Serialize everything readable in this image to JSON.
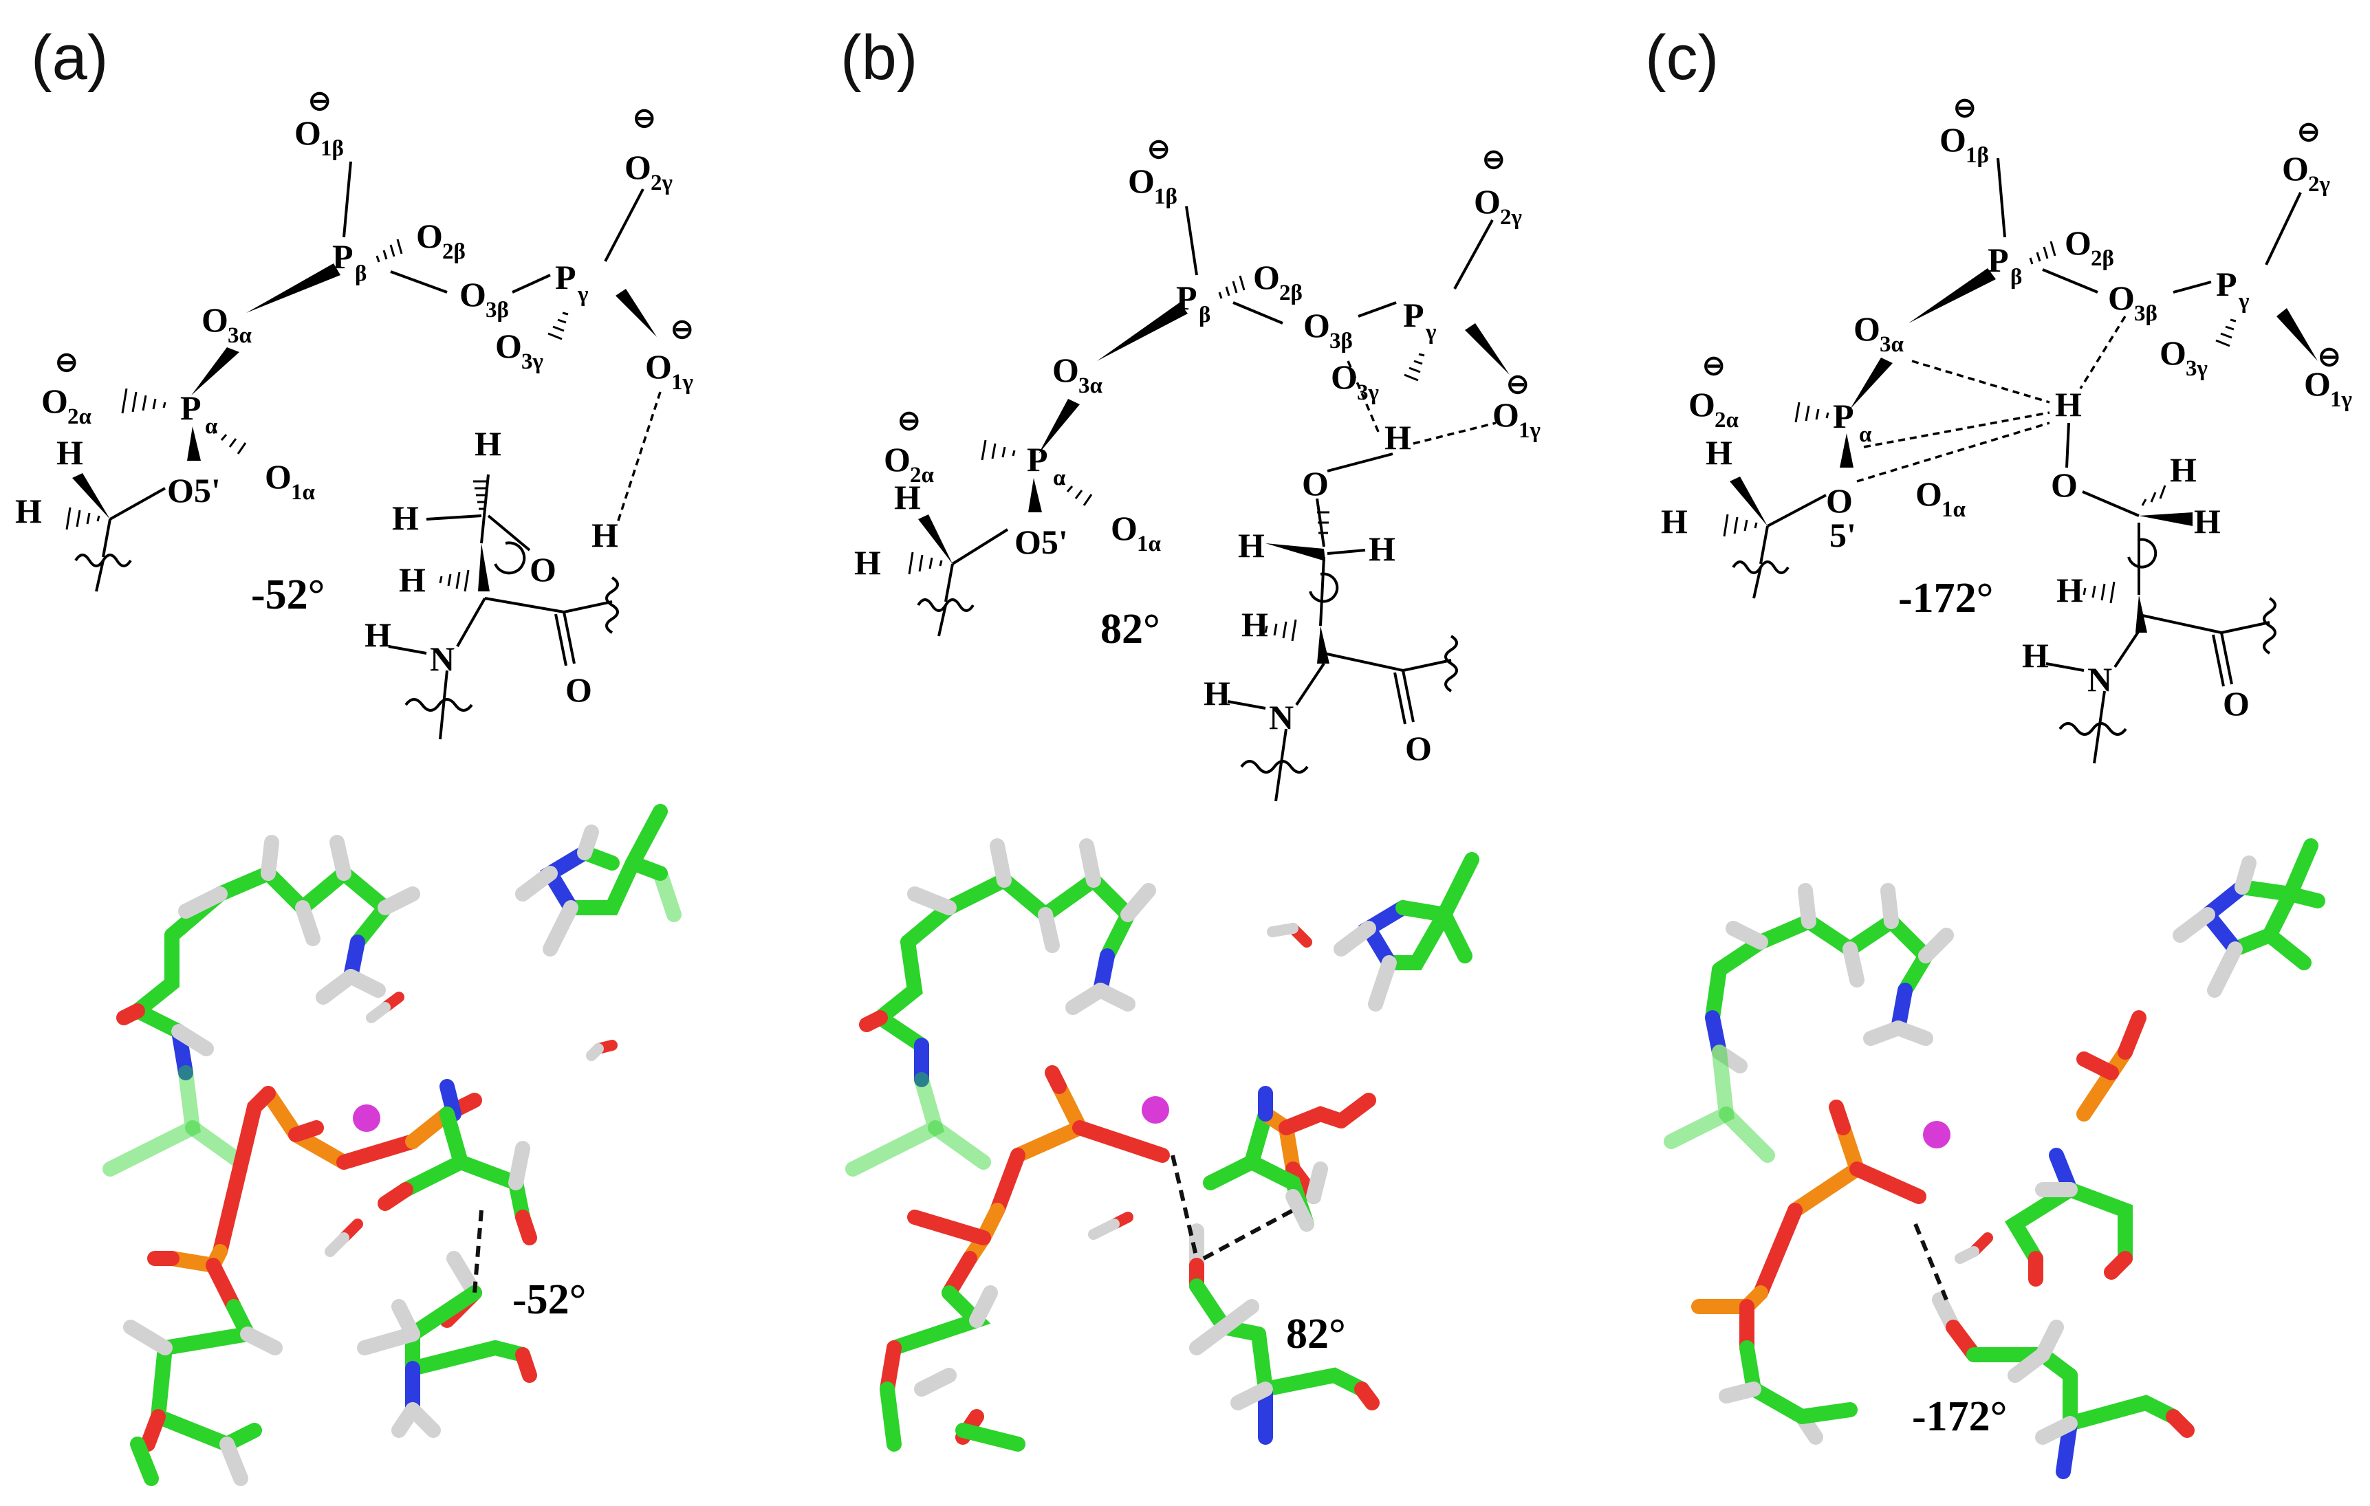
{
  "figure": {
    "panels": [
      {
        "id": "a",
        "label": "(a)",
        "angle_schematic": "-52°",
        "angle_3d": "-52°",
        "atoms": [
          "O",
          "1β",
          "P",
          "β",
          "O",
          "2β",
          "O",
          "3β",
          "P",
          "γ",
          "O",
          "2γ",
          "O",
          "3α",
          "O",
          "3γ",
          "O",
          "1γ",
          "O",
          "2α",
          "P",
          "α",
          "O5'",
          "O",
          "1α",
          "H",
          "H",
          "H",
          "H",
          "O",
          "H",
          "H",
          "H",
          "N",
          "O"
        ],
        "hbond_count": 1
      },
      {
        "id": "b",
        "label": "(b)",
        "angle_schematic": "82°",
        "angle_3d": "82°",
        "hbond_count": 2
      },
      {
        "id": "c",
        "label": "(c)",
        "angle_schematic": "-172°",
        "angle_3d": "-172°",
        "hbond_count": 4
      }
    ],
    "charge_symbol": "⊖",
    "colors": {
      "carbon": "#2bd32b",
      "oxygen": "#e8312a",
      "phosphorus": "#f08a14",
      "nitrogen": "#2c3ce0",
      "hydrogen": "#d2d2d2",
      "magnesium": "#d63bd6"
    }
  }
}
